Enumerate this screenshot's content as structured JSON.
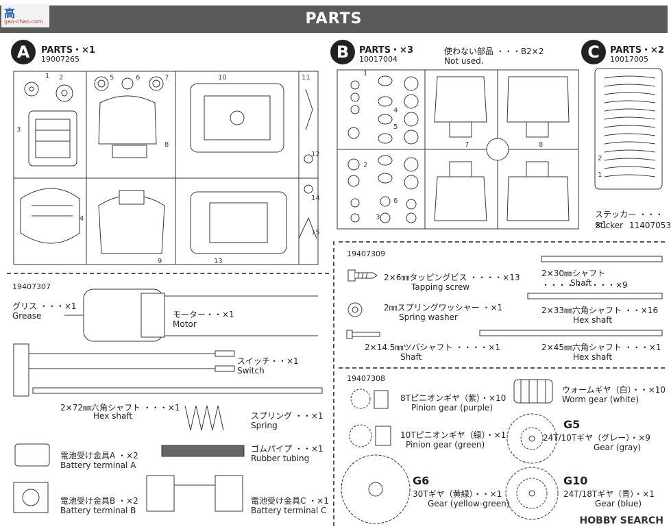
{
  "header": {
    "title": "PARTS",
    "logo_text": "高",
    "logo_sub": "gao-chao.com"
  },
  "sprue_a": {
    "letter": "A",
    "label": "PARTS・×1",
    "code": "19007265",
    "part_numbers": [
      "1",
      "2",
      "3",
      "4",
      "5",
      "6",
      "7",
      "8",
      "9",
      "10",
      "11",
      "12",
      "13",
      "14",
      "15"
    ]
  },
  "sprue_b": {
    "letter": "B",
    "label": "PARTS・×3",
    "code": "10017004",
    "unused_jp": "使わない部品 ・・・B2×2",
    "unused_en": "Not used.",
    "part_numbers": [
      "1",
      "2",
      "3",
      "4",
      "5",
      "6",
      "7",
      "8"
    ]
  },
  "sprue_c": {
    "letter": "C",
    "label": "PARTS・×2",
    "code": "10017005",
    "part_numbers": [
      "1",
      "2"
    ]
  },
  "sticker": {
    "jp": "ステッカー ・・・×1",
    "en": "Sticker",
    "code": "11407053"
  },
  "bag_19407307": {
    "code": "19407307",
    "items": [
      {
        "jp": "グリス ・・・×1",
        "en": "Grease"
      },
      {
        "jp": "モーター・・×1",
        "en": "Motor"
      },
      {
        "jp": "スイッチ・・×1",
        "en": "Switch"
      },
      {
        "jp": "2×72㎜六角シャフト ・・・×1",
        "en": "Hex shaft"
      },
      {
        "jp": "スプリング ・・×1",
        "en": "Spring"
      },
      {
        "jp": "ゴムパイプ ・・×1",
        "en": "Rubber tubing"
      },
      {
        "jp": "電池受け金具A ・×2",
        "en": "Battery terminal A"
      },
      {
        "jp": "電池受け金具B ・×2",
        "en": "Battery terminal B"
      },
      {
        "jp": "電池受け金具C ・×1",
        "en": "Battery terminal C"
      }
    ]
  },
  "bag_19407309": {
    "code": "19407309",
    "items": [
      {
        "jp": "2×6㎜タッピングビス ・・・・×13",
        "en": "Tapping screw"
      },
      {
        "jp": "2㎜スプリングワッシャー ・×1",
        "en": "Spring washer"
      },
      {
        "jp": "2×14.5㎜ツバシャフト ・・・・×1",
        "en": "Shaft"
      },
      {
        "jp": "2×30㎜シャフト ・・・・・・・・・×9",
        "en": "Shaft"
      },
      {
        "jp": "2×33㎜六角シャフト ・・×16",
        "en": "Hex shaft"
      },
      {
        "jp": "2×45㎜六角シャフト ・・・×1",
        "en": "Hex shaft"
      }
    ]
  },
  "bag_19407308": {
    "code": "19407308",
    "items": [
      {
        "jp": "8Tピニオンギヤ（紫）・×10",
        "en": "Pinion gear (purple)"
      },
      {
        "jp": "10Tピニオンギヤ（緑）・×1",
        "en": "Pinion gear (green)"
      },
      {
        "jp": "ウォームギヤ（白）・・×10",
        "en": "Worm gear (white)"
      },
      {
        "label": "G5",
        "jp": "24T/10Tギヤ（グレー）・×9",
        "en": "Gear (gray)"
      },
      {
        "label": "G6",
        "jp": "30Tギヤ（黄緑）・・×1",
        "en": "Gear (yellow-green)"
      },
      {
        "label": "G10",
        "jp": "24T/18Tギヤ（青）・×1",
        "en": "Gear (blue)"
      }
    ]
  },
  "watermark": "HOBBY SEARCH"
}
